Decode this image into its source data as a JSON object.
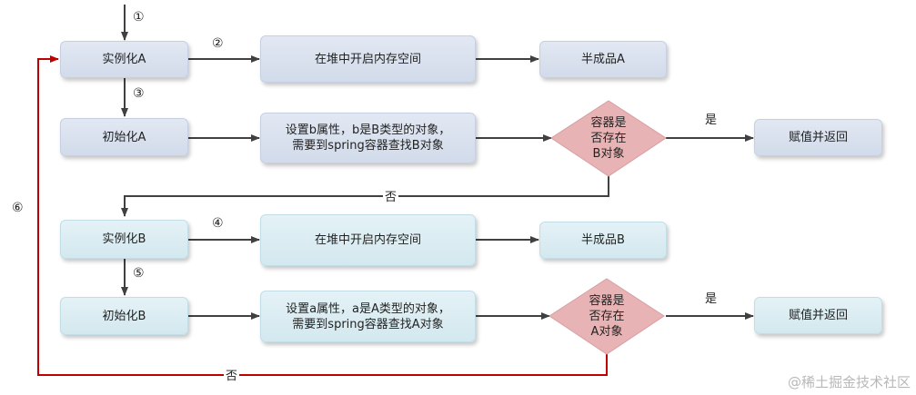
{
  "colors": {
    "arrow": "#404040",
    "loop": "#c00000",
    "diamond_fill": "#e8b3b5",
    "diamond_stroke": "#d79ea1"
  },
  "step_labels": {
    "s1": "①",
    "s2": "②",
    "s3": "③",
    "s4": "④",
    "s5": "⑤",
    "s6": "⑥"
  },
  "row_a": {
    "instantiate": "实例化A",
    "alloc": "在堆中开启内存空间",
    "half": "半成品A",
    "init": "初始化A",
    "set_prop": "设置b属性，b是B类型的对象，\n需要到spring容器查找B对象",
    "decision": "容器是\n否存在\nB对象",
    "yes_label": "是",
    "assign": "赋值并返回",
    "no_label": "否"
  },
  "row_b": {
    "instantiate": "实例化B",
    "alloc": "在堆中开启内存空间",
    "half": "半成品B",
    "init": "初始化B",
    "set_prop": "设置a属性，a是A类型的对象，\n需要到spring容器查找A对象",
    "decision": "容器是\n否存在\nA对象",
    "yes_label": "是",
    "assign": "赋值并返回",
    "no_label": "否"
  },
  "watermark": "@稀土掘金技术社区"
}
